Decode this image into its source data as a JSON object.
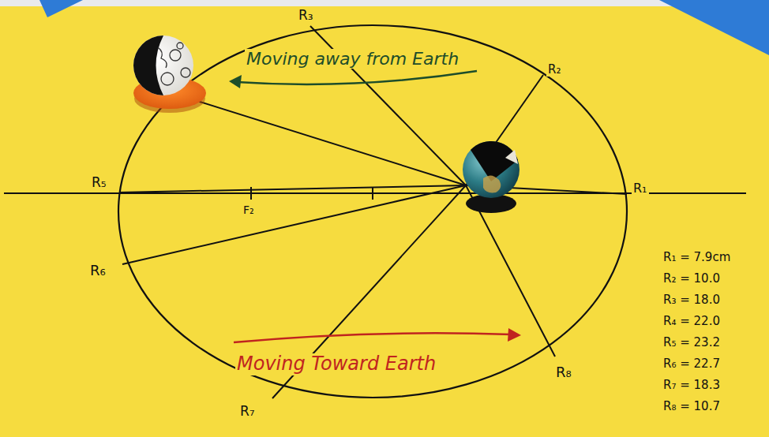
{
  "diagram": {
    "labels": [
      "R₃",
      "R₂",
      "Moving away from Earth",
      "R₅",
      "F₂",
      "R₁",
      "R₆",
      "Moving Toward Earth",
      "R₇",
      "R₈",
      "R₁ = 7.9cm",
      "R₂ = 10.0",
      "R₃ = 18.0",
      "R₄ = 22.0",
      "R₅ = 23.2",
      "R₆ = 22.7",
      "R₇ = 18.3",
      "R₈ = 10.7"
    ]
  }
}
